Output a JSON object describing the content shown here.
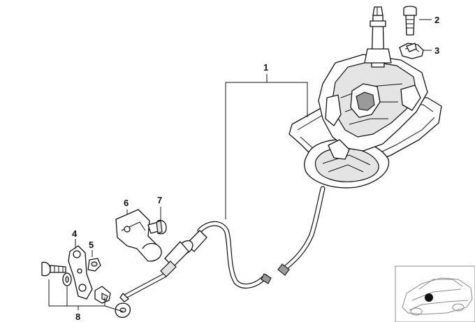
{
  "diagram": {
    "callouts": [
      {
        "id": "1",
        "label": "1"
      },
      {
        "id": "2",
        "label": "2"
      },
      {
        "id": "3",
        "label": "3"
      },
      {
        "id": "4",
        "label": "4"
      },
      {
        "id": "5",
        "label": "5"
      },
      {
        "id": "6",
        "label": "6"
      },
      {
        "id": "7",
        "label": "7"
      },
      {
        "id": "8",
        "label": "8"
      }
    ],
    "inset": {
      "icon": "vehicle-location-icon"
    },
    "line_color": "#111111",
    "background": "#ffffff"
  }
}
